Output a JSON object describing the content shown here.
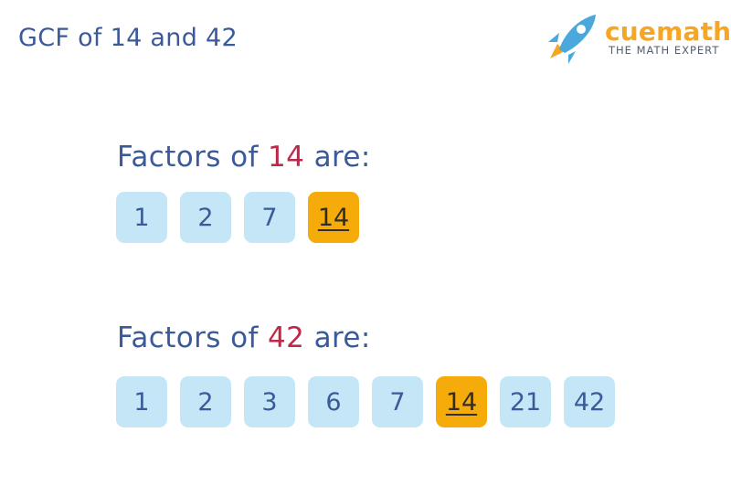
{
  "title": "GCF of 14 and 42",
  "logo": {
    "word": "cuemath",
    "tagline": "THE MATH EXPERT",
    "icon": "rocket-icon",
    "colors": {
      "rocket": "#4aa8dc",
      "flame": "#f5a623",
      "word": "#f5a623"
    }
  },
  "groups": [
    {
      "prefix": "Factors of",
      "number": "14",
      "suffix": "are:",
      "factors": [
        "1",
        "2",
        "7",
        "14"
      ],
      "highlighted": [
        "14"
      ]
    },
    {
      "prefix": "Factors of",
      "number": "42",
      "suffix": "are:",
      "factors": [
        "1",
        "2",
        "3",
        "6",
        "7",
        "14",
        "21",
        "42"
      ],
      "highlighted": [
        "14"
      ]
    }
  ],
  "colors": {
    "text": "#3a5a9a",
    "number": "#c0284a",
    "tile": "#c5e6f7",
    "highlight_tile": "#f5ab0a"
  }
}
